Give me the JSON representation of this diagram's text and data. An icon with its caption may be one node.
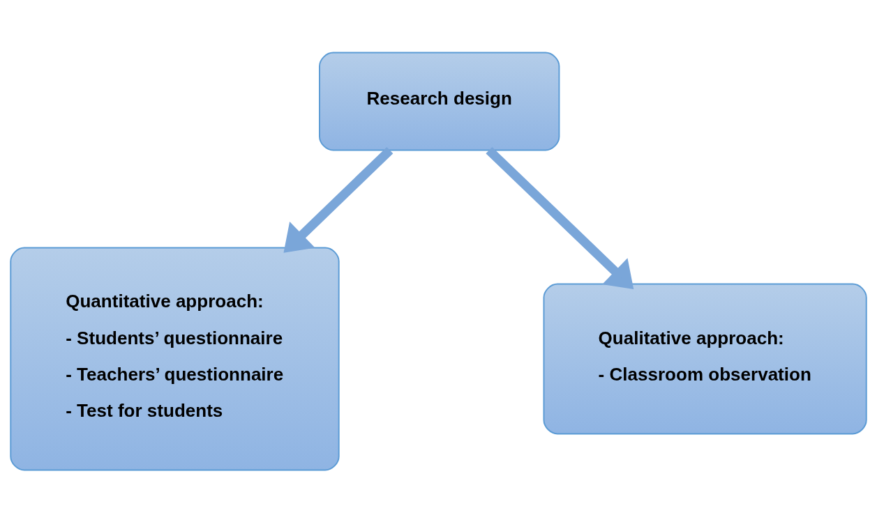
{
  "diagram": {
    "nodes": [
      {
        "text": [
          "Research design"
        ]
      },
      {
        "text": [
          "Quantitative approach:",
          "- Students’ questionnaire",
          "- Teachers’ questionnaire",
          "- Test for students"
        ]
      },
      {
        "text": [
          "Qualitative approach:",
          "- Classroom observation"
        ]
      }
    ],
    "edges": [
      {
        "from": 0,
        "to": 1,
        "arrow": "to"
      },
      {
        "from": 0,
        "to": 2,
        "arrow": "to"
      }
    ]
  }
}
